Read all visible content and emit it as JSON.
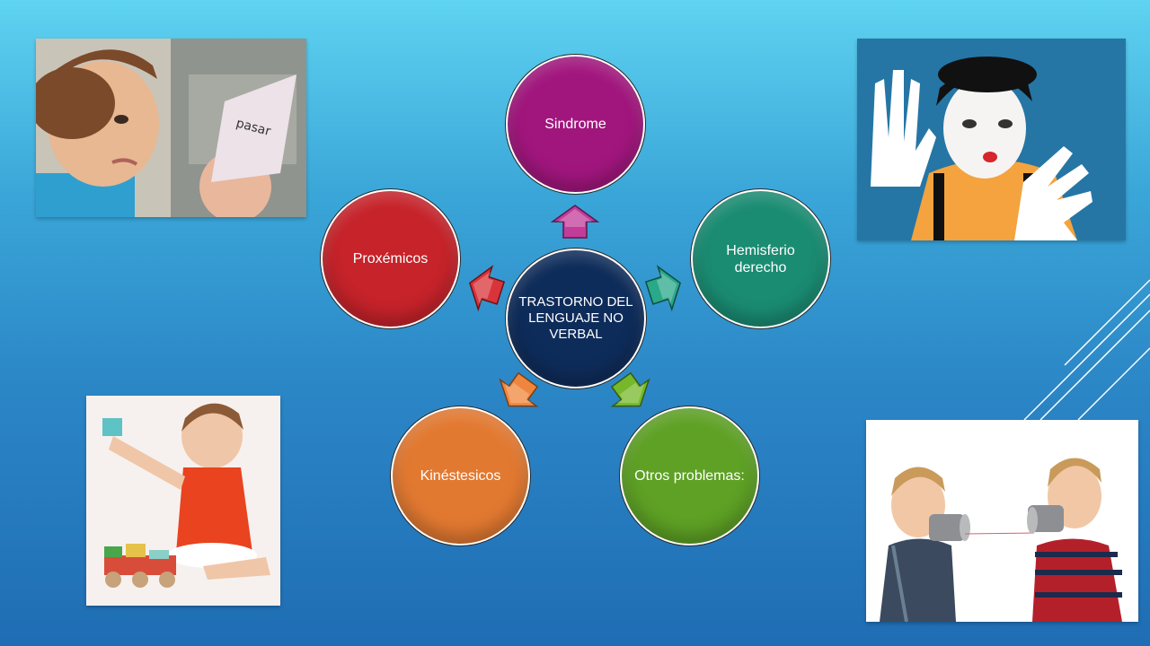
{
  "diagram": {
    "center": "TRASTORNO DEL LENGUAJE NO VERBAL",
    "nodes": {
      "sindrome": "Sindrome",
      "hemisferio": "Hemisferio derecho",
      "otros": "Otros problemas:",
      "kinestesicos": "Kinéstesicos",
      "proxemicos": "Proxémicos"
    }
  },
  "colors": {
    "center": "#0e2c5a",
    "sindrome": "#a1167d",
    "hemisferio": "#1a8c72",
    "otros": "#5ea125",
    "kinestesicos": "#e27931",
    "proxemicos": "#c6232a",
    "background_top": "#5fd3f1",
    "background_bottom": "#1f6db4"
  },
  "images": {
    "top_left": "child-looking-at-card-photo",
    "top_right": "mime-photo",
    "bottom_left": "baby-with-toys-photo",
    "bottom_right": "children-tin-can-phone-photo"
  }
}
